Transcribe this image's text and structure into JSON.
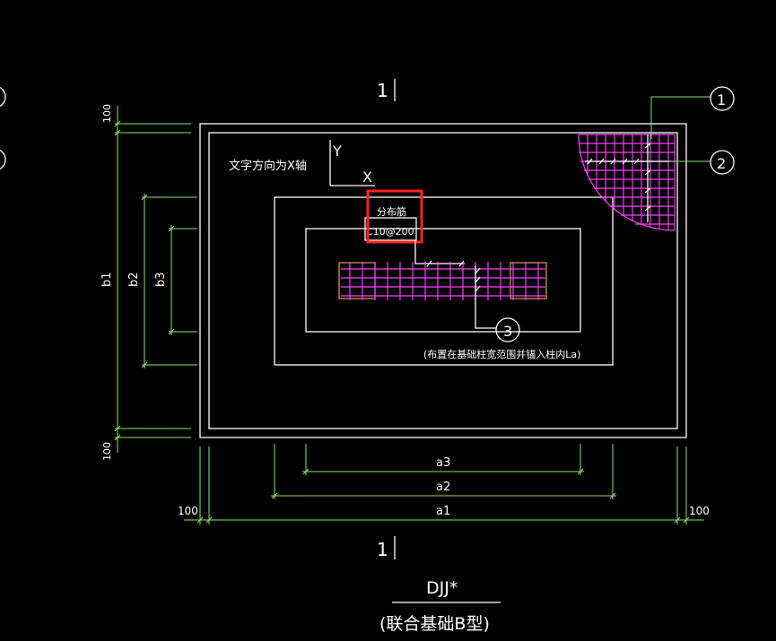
{
  "drawing": {
    "section_mark_top": "1",
    "section_mark_bottom": "1",
    "axis_y": "Y",
    "axis_x": "X",
    "note_text_dir": "文字方向为X轴",
    "rebar_label_line1": "分布筋",
    "rebar_label_line2": "C10@200",
    "note_column": "(布置在基础柱宽范围并锚入柱内La)",
    "callout_1": "1",
    "callout_2": "2",
    "callout_3": "3",
    "dim_b1": "b1",
    "dim_b2": "b2",
    "dim_b3": "b3",
    "dim_a1": "a1",
    "dim_a2": "a2",
    "dim_a3": "a3",
    "dim_100_top": "100",
    "dim_100_bottom": "100",
    "dim_100_left": "100",
    "dim_100_right": "100",
    "title": "DJJ*",
    "subtitle": "(联合基础B型)"
  },
  "colors": {
    "outline": "#ffffff",
    "dimension": "#8fe36b",
    "rebar": "#ff3cff",
    "column": "#e6a15a",
    "highlight": "#ff2222"
  }
}
